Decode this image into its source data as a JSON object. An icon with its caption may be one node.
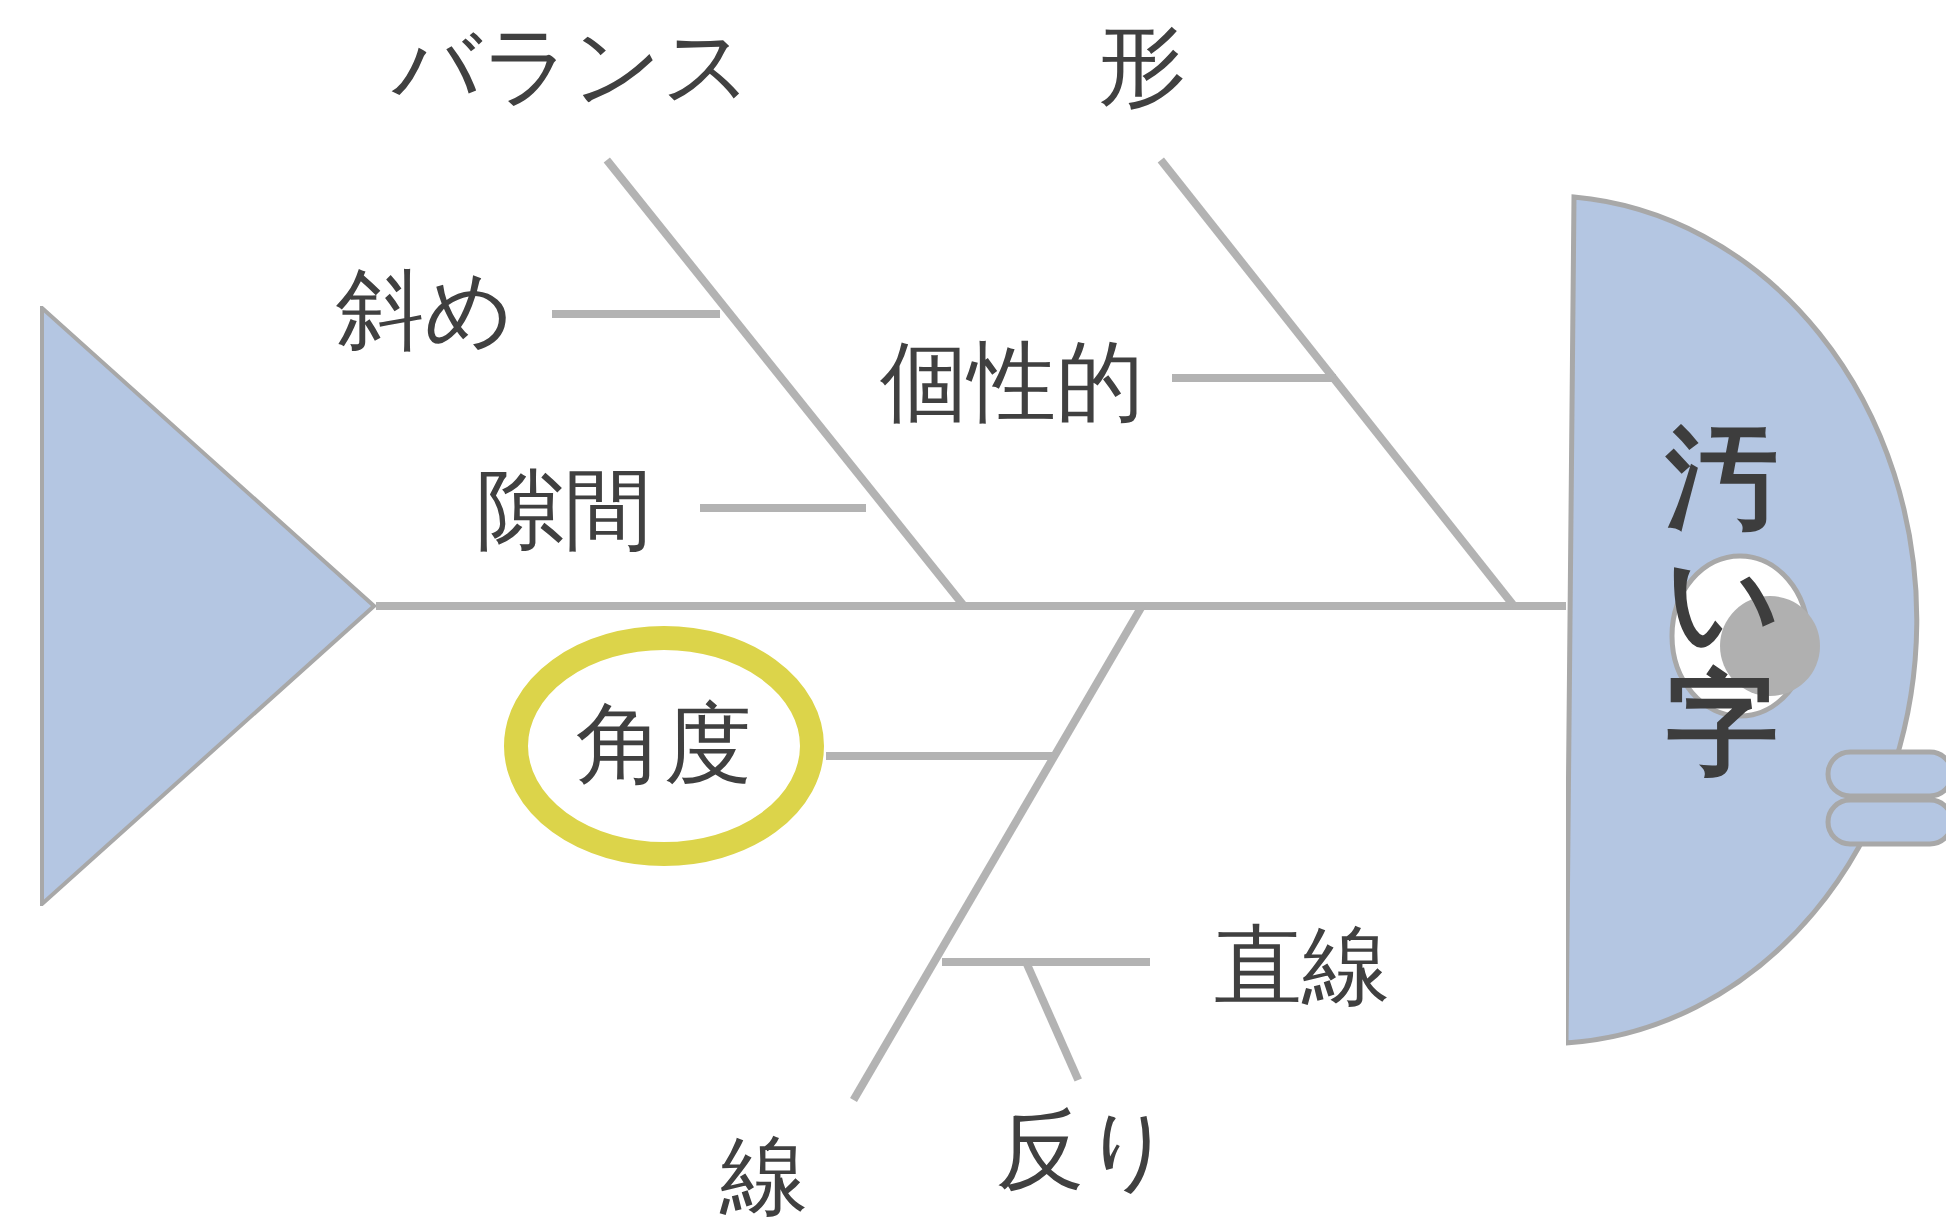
{
  "diagram": {
    "nodes": [
      {
        "text": [
          "汚い字"
        ]
      },
      {
        "text": [],
        "shape": "triangle"
      },
      {
        "text": [
          "バランス"
        ]
      },
      {
        "text": [
          "形"
        ]
      },
      {
        "text": [
          "斜め"
        ]
      },
      {
        "text": [
          "隙間"
        ]
      },
      {
        "text": [
          "個性的"
        ]
      },
      {
        "text": [
          "角度"
        ]
      },
      {
        "text": [
          "直線"
        ]
      },
      {
        "text": [
          "線"
        ]
      },
      {
        "text": [
          "反り"
        ]
      }
    ],
    "edges": [
      {
        "from": 1,
        "to": 0,
        "arrow": "none"
      },
      {
        "from": 2,
        "to": null,
        "arrow": "none"
      },
      {
        "from": 3,
        "to": null,
        "arrow": "none"
      },
      {
        "from": 9,
        "to": null,
        "arrow": "none"
      },
      {
        "from": 4,
        "to": null,
        "arrow": "none"
      },
      {
        "from": 5,
        "to": null,
        "arrow": "none"
      },
      {
        "from": 6,
        "to": null,
        "arrow": "none"
      },
      {
        "from": 7,
        "to": null,
        "arrow": "none"
      },
      {
        "from": 8,
        "to": null,
        "arrow": "none"
      },
      {
        "from": 10,
        "to": null,
        "arrow": "none"
      }
    ]
  }
}
